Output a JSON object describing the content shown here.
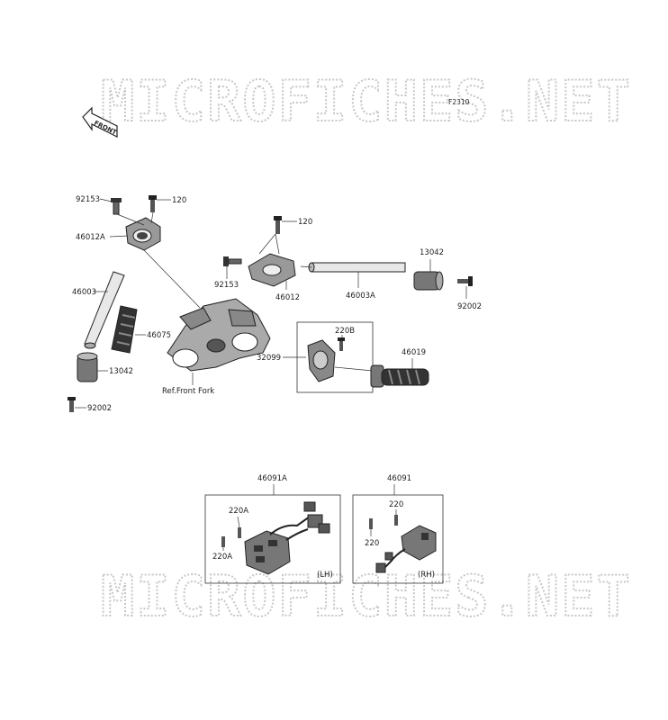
{
  "watermark": "MICROFICHES.NET",
  "diagram_code": "F2310",
  "front_indicator": "FRONT",
  "parts": {
    "p92153_left": "92153",
    "p120_left": "120",
    "p46012A": "46012A",
    "p46003": "46003",
    "p46075": "46075",
    "p13042_left": "13042",
    "p92002_left": "92002",
    "p120_right": "120",
    "p92153_right": "92153",
    "p46012": "46012",
    "p46003A": "46003A",
    "p13042_right": "13042",
    "p92002_right": "92002",
    "p220B": "220B",
    "p32099": "32099",
    "p46019": "46019",
    "ref_front_fork": "Ref.Front Fork",
    "p46091A": "46091A",
    "p220A_top": "220A",
    "p220A_bottom": "220A",
    "lh": "(LH)",
    "p46091": "46091",
    "p220_top": "220",
    "p220_left": "220",
    "rh": "(RH)"
  }
}
